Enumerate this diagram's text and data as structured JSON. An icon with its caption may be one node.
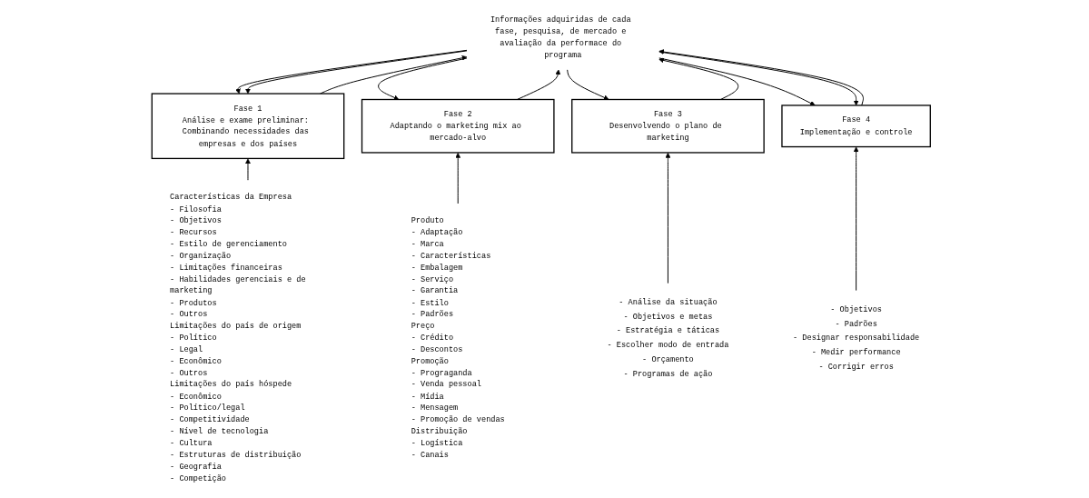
{
  "diagram": {
    "nodes": [
      {
        "text": [
          "Informações adquiridas de cada fase, pesquisa, de mercado e avaliação da performace do programa"
        ]
      },
      {
        "text": [
          "Fase 1",
          "Análise e exame preliminar: Combinando necessidades das empresas e dos países"
        ]
      },
      {
        "text": [
          "Fase 2",
          "Adaptando o marketing mix ao mercado-alvo"
        ]
      },
      {
        "text": [
          "Fase 3",
          "Desenvolvendo o plano de marketing"
        ]
      },
      {
        "text": [
          "Fase 4",
          "Implementação e controle"
        ]
      },
      {
        "text": [
          "Características da Empresa",
          "- Filosofia",
          "- Objetivos",
          "- Recursos",
          "- Estilo de gerenciamento",
          "- Organização",
          "- Limitações financeiras",
          "- Habilidades gerenciais e de marketing",
          "- Produtos",
          "- Outros",
          "Limitações do país de origem",
          "- Político",
          "- Legal",
          "- Econômico",
          "- Outros",
          "Limitações do país hóspede",
          "- Econômico",
          "- Político/legal",
          "- Competitividade",
          "- Nível de tecnologia",
          "- Cultura",
          "- Estruturas de distribuição",
          "- Geografia",
          "- Competição"
        ]
      },
      {
        "text": [
          "Produto",
          "- Adaptação",
          "- Marca",
          "- Características",
          "- Embalagem",
          "- Serviço",
          "- Garantia",
          "- Estilo",
          "- Padrões",
          "Preço",
          "- Crédito",
          "- Descontos",
          "Promoção",
          "- Prograganda",
          "- Venda pessoal",
          "- Mídia",
          "- Mensagem",
          "- Promoção de vendas",
          "Distribuição",
          "- Logística",
          "- Canais"
        ]
      },
      {
        "text": [
          "- Análise da situação",
          "- Objetivos e metas",
          "- Estratégia e táticas",
          "- Escolher modo de entrada",
          "- Orçamento",
          "- Programas de ação"
        ]
      },
      {
        "text": [
          "- Objetivos",
          "- Padrões",
          "- Designar responsabilidade",
          "- Medir performance",
          "- Corrigir erros"
        ]
      }
    ],
    "edges": [
      {
        "from": 0,
        "to": 1,
        "arrow": "to"
      },
      {
        "from": 1,
        "to": 0,
        "arrow": "to"
      },
      {
        "from": 0,
        "to": 1,
        "arrow": "to"
      },
      {
        "from": 2,
        "to": 0,
        "arrow": "to"
      },
      {
        "from": 0,
        "to": 2,
        "arrow": "to"
      },
      {
        "from": 3,
        "to": 0,
        "arrow": "to"
      },
      {
        "from": 0,
        "to": 3,
        "arrow": "to"
      },
      {
        "from": 4,
        "to": 0,
        "arrow": "to"
      },
      {
        "from": 0,
        "to": 4,
        "arrow": "to"
      },
      {
        "from": 0,
        "to": 4,
        "arrow": "to"
      },
      {
        "from": 5,
        "to": 1,
        "arrow": "to"
      },
      {
        "from": 6,
        "to": 2,
        "arrow": "to"
      },
      {
        "from": 7,
        "to": 3,
        "arrow": "to"
      },
      {
        "from": 8,
        "to": 4,
        "arrow": "to"
      }
    ]
  }
}
